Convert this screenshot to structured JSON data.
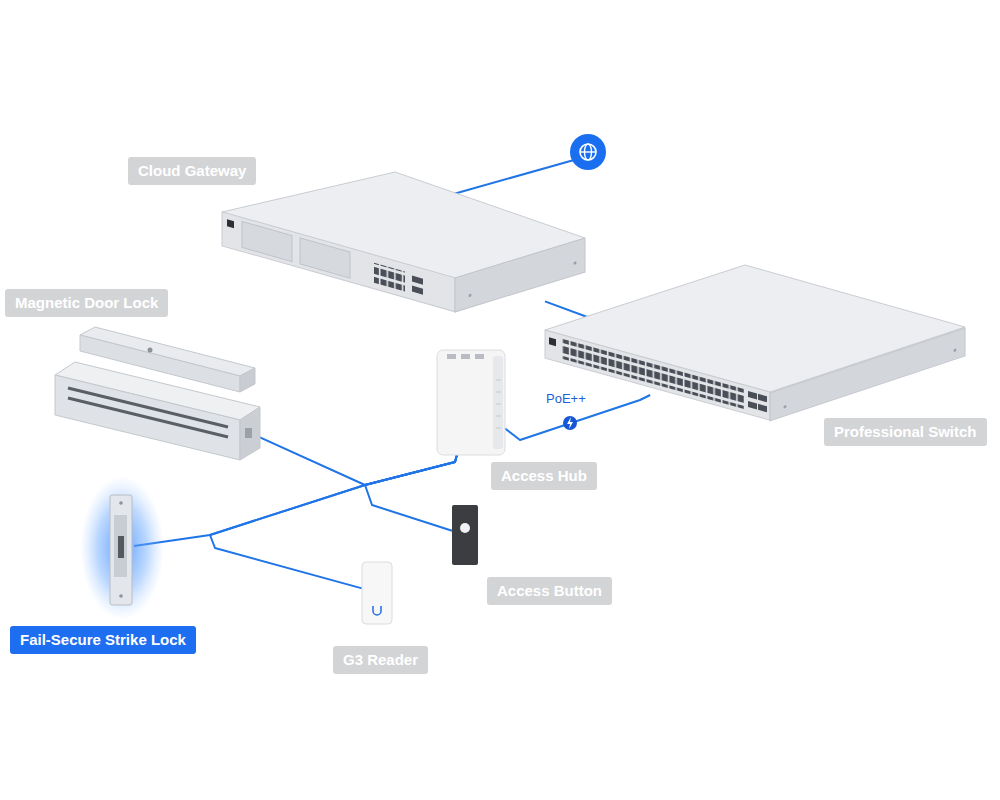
{
  "diagram": {
    "nodes": [
      {
        "text": [
          "Cloud Gateway"
        ]
      },
      {
        "text": [
          "Magnetic Door Lock"
        ]
      },
      {
        "text": [
          "Professional Switch"
        ]
      },
      {
        "text": [
          "Access Hub"
        ]
      },
      {
        "text": [
          "Access Button"
        ]
      },
      {
        "text": [
          "Fail-Secure Strike Lock"
        ]
      },
      {
        "text": [
          "G3 Reader"
        ]
      }
    ],
    "edges": [
      {
        "from": 0,
        "to": 2,
        "arrow": "none"
      },
      {
        "from": 2,
        "to": 3,
        "label": "PoE++",
        "arrow": "none"
      },
      {
        "from": 3,
        "to": 1,
        "arrow": "none"
      },
      {
        "from": 3,
        "to": 5,
        "arrow": "none"
      },
      {
        "from": 3,
        "to": 4,
        "arrow": "none"
      },
      {
        "from": 3,
        "to": 6,
        "arrow": "none"
      }
    ]
  }
}
